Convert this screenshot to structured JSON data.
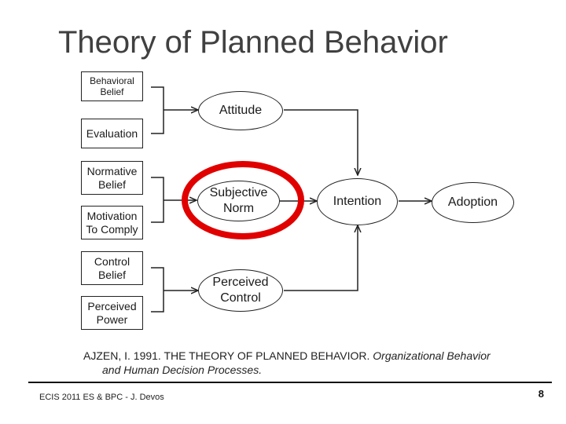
{
  "slide": {
    "title": "Theory of Planned Behavior"
  },
  "diagram": {
    "beliefs": {
      "behavioral_belief": "Behavioral\nBelief",
      "evaluation": "Evaluation",
      "normative_belief": "Normative\nBelief",
      "motivation_to_comply": "Motivation\nTo Comply",
      "control_belief": "Control\nBelief",
      "perceived_power": "Perceived\nPower"
    },
    "constructs": {
      "attitude": "Attitude",
      "subjective_norm": "Subjective\nNorm",
      "perceived_control": "Perceived\nControl",
      "intention": "Intention",
      "adoption": "Adoption"
    },
    "highlight_color": "#e00000"
  },
  "citation": {
    "authors_title": "AJZEN, I. 1991. THE THEORY OF PLANNED BEHAVIOR.",
    "journal_part1": "Organizational Behavior",
    "journal_part2": "and Human Decision Processes."
  },
  "footer": {
    "left": "ECIS 2011 ES & BPC - J. Devos",
    "page_number": "8"
  }
}
